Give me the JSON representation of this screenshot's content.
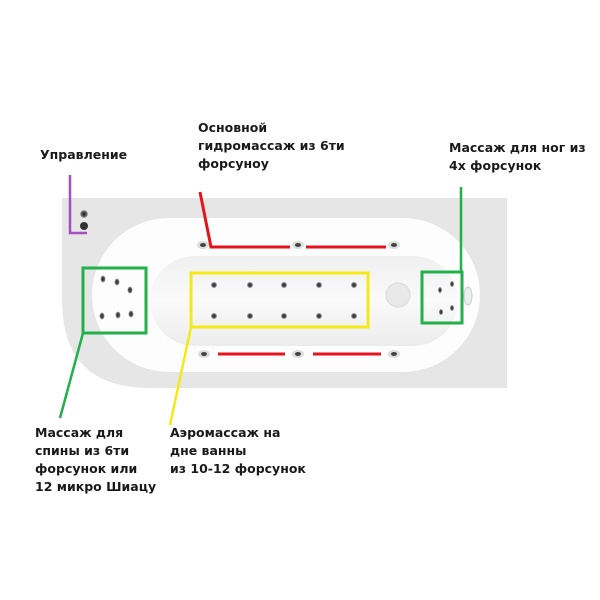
{
  "labels": {
    "control": "Управление",
    "main_hydro": [
      "Основной",
      "гидромассаж из 6ти",
      "форсуноу"
    ],
    "foot": [
      "Массаж для ног из",
      "4х форсунок"
    ],
    "back": [
      "Массаж для",
      "спины из 6ти",
      "форсунок или",
      "12 микро Шиацу"
    ],
    "aero": [
      "Аэромассаж на",
      "дне ванны",
      "из 10-12 форсунок"
    ]
  },
  "colors": {
    "control_line": "#a44fbf",
    "hydro_line": "#e3141c",
    "foot_back_line": "#22b04a",
    "aero_line": "#f5ea14"
  }
}
